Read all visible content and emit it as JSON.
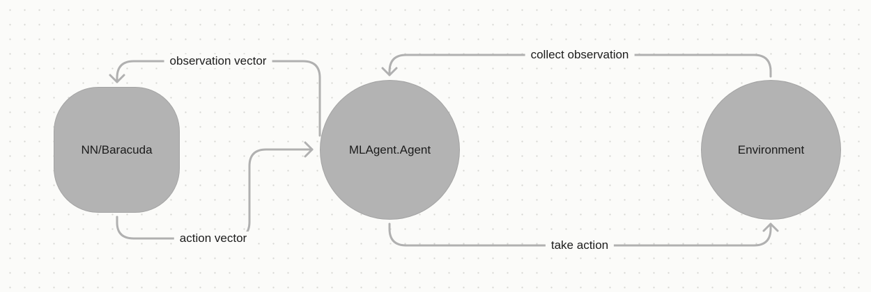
{
  "nodes": {
    "nn": "NN/Baracuda",
    "agent": "MLAgent.Agent",
    "environment": "Environment"
  },
  "edges": {
    "observation_vector": "observation vector",
    "action_vector": "action vector",
    "collect_observation": "collect observation",
    "take_action": "take action"
  },
  "colors": {
    "node_fill": "#b3b3b3",
    "connector": "#b0b0b0",
    "background": "#fbfbf9"
  }
}
